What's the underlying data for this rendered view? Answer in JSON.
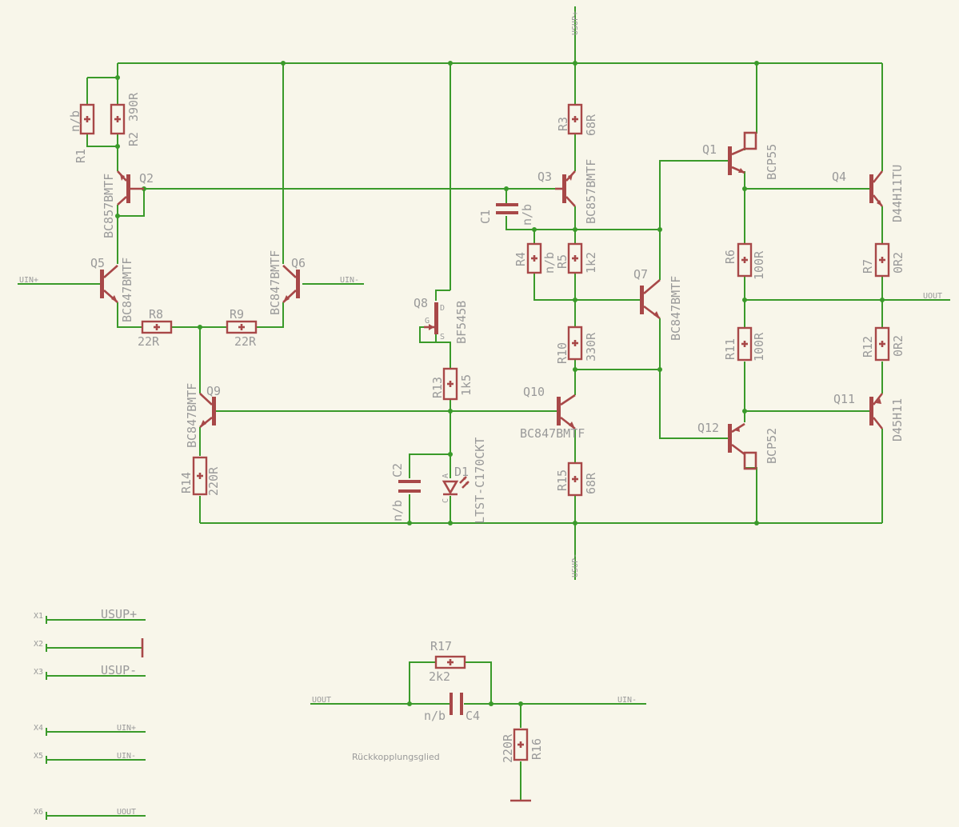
{
  "components": {
    "R1": {
      "name": "R1",
      "value": "n/b"
    },
    "R2": {
      "name": "R2",
      "value": "390R"
    },
    "R3": {
      "name": "R3",
      "value": "68R"
    },
    "R4": {
      "name": "R4",
      "value": "n/b"
    },
    "R5": {
      "name": "R5",
      "value": "1k2"
    },
    "R6": {
      "name": "R6",
      "value": "100R"
    },
    "R7": {
      "name": "R7",
      "value": "0R2"
    },
    "R8": {
      "name": "R8",
      "value": "22R"
    },
    "R9": {
      "name": "R9",
      "value": "22R"
    },
    "R10": {
      "name": "R10",
      "value": "330R"
    },
    "R11": {
      "name": "R11",
      "value": "100R"
    },
    "R12": {
      "name": "R12",
      "value": "0R2"
    },
    "R13": {
      "name": "R13",
      "value": "1k5"
    },
    "R14": {
      "name": "R14",
      "value": "220R"
    },
    "R15": {
      "name": "R15",
      "value": "68R"
    },
    "R16": {
      "name": "R16",
      "value": "220R"
    },
    "R17": {
      "name": "R17",
      "value": "2k2"
    },
    "C1": {
      "name": "C1",
      "value": "n/b"
    },
    "C2": {
      "name": "C2",
      "value": "n/b"
    },
    "C4": {
      "name": "C4",
      "value": "n/b"
    },
    "D1": {
      "name": "D1",
      "value": "LTST-C170CKT",
      "pin_a": "A",
      "pin_c": "C"
    },
    "Q1": {
      "name": "Q1",
      "value": "BCP55"
    },
    "Q2": {
      "name": "Q2",
      "value": "BC857BMTF"
    },
    "Q3": {
      "name": "Q3",
      "value": "BC857BMTF"
    },
    "Q4": {
      "name": "Q4",
      "value": "D44H11TU"
    },
    "Q5": {
      "name": "Q5",
      "value": "BC847BMTF"
    },
    "Q6": {
      "name": "Q6",
      "value": "BC847BMTF"
    },
    "Q7": {
      "name": "Q7",
      "value": "BC847BMTF"
    },
    "Q8": {
      "name": "Q8",
      "value": "BF545B",
      "pin_d": "D",
      "pin_g": "G",
      "pin_s": "S"
    },
    "Q9": {
      "name": "Q9",
      "value": "BC847BMTF"
    },
    "Q10": {
      "name": "Q10",
      "value": "BC847BMTF"
    },
    "Q11": {
      "name": "Q11",
      "value": "D45H11"
    },
    "Q12": {
      "name": "Q12",
      "value": "BCP52"
    }
  },
  "nets": {
    "usup_pos": "USUP+",
    "usup_neg": "USUP-",
    "uin_pos": "UIN+",
    "uin_neg": "UIN-",
    "uout": "UOUT"
  },
  "connectors": [
    {
      "name": "X1",
      "signal": "USUP+"
    },
    {
      "name": "X2",
      "signal": ""
    },
    {
      "name": "X3",
      "signal": "USUP-"
    },
    {
      "name": "X4",
      "signal": "UIN+"
    },
    {
      "name": "X5",
      "signal": "UIN-"
    },
    {
      "name": "X6",
      "signal": "UOUT"
    }
  ],
  "feedback_title": "Rückkopplungsglied",
  "colors": {
    "background": "#f8f6ea",
    "wire": "#3a9a2a",
    "component": "#a84848",
    "text": "#9a9a9a"
  }
}
